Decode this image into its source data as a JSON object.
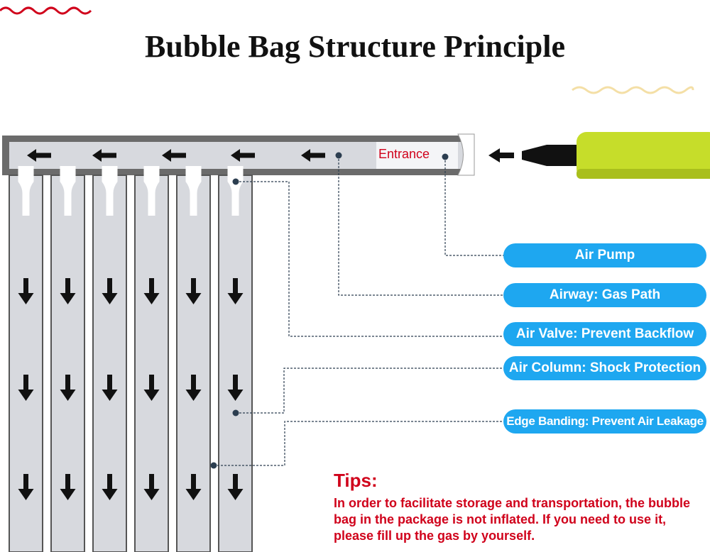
{
  "title": "Bubble Bag Structure Principle",
  "entrance_label": "Entrance",
  "callouts": [
    {
      "id": "air-pump",
      "label": "Air Pump"
    },
    {
      "id": "airway",
      "label": "Airway: Gas Path"
    },
    {
      "id": "air-valve",
      "label": "Air Valve: Prevent Backflow"
    },
    {
      "id": "air-column",
      "label": "Air Column: Shock Protection"
    },
    {
      "id": "edge-banding",
      "label": "Edge Banding: Prevent Air Leakage"
    }
  ],
  "tips": {
    "heading": "Tips:",
    "body": "In order to facilitate storage and transportation, the bubble bag in the package is not inflated. If you need to use it, please fill up the gas by yourself."
  },
  "colors": {
    "callout_bg": "#1ea7f0",
    "tips_text": "#d0021b",
    "bag_frame": "#6b6b6b",
    "column_fill": "#d7d9de",
    "pump_body": "#c6dd2a",
    "wave_red": "#d0021b",
    "wave_yellow": "#f4dfa6"
  },
  "icons": {
    "airway_arrow": "arrow-left-icon",
    "column_arrow": "arrow-down-icon"
  }
}
